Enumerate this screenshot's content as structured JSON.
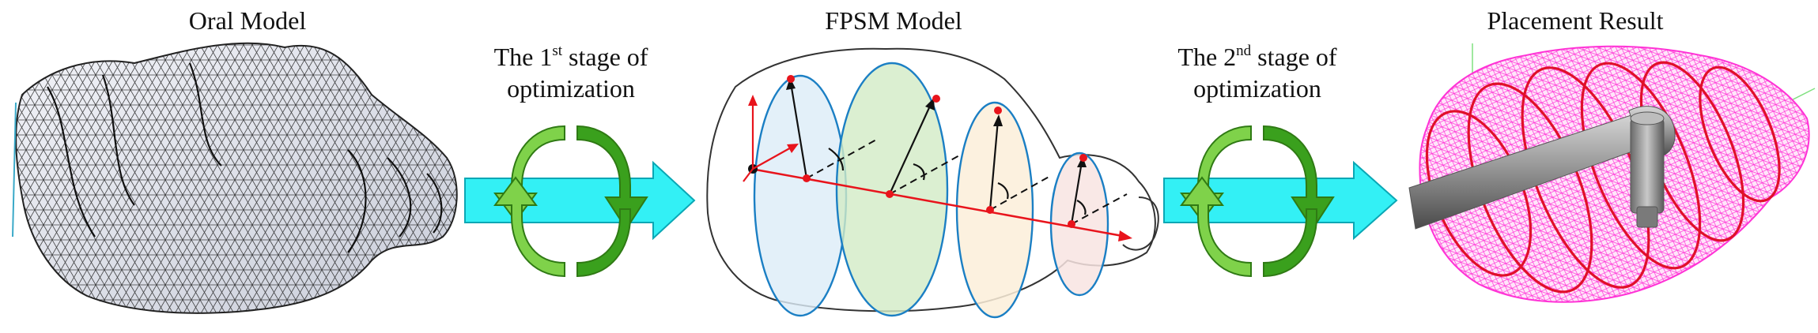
{
  "panels": {
    "oral_model": {
      "title": "Oral Model"
    },
    "fpsm_model": {
      "title": "FPSM Model"
    },
    "placement_result": {
      "title": "Placement Result"
    }
  },
  "stages": [
    {
      "prefix": "The 1",
      "suffix": "st",
      "rest": " stage of",
      "line2": "optimization"
    },
    {
      "prefix": "The 2",
      "suffix": "nd",
      "rest": " stage of",
      "line2": "optimization"
    }
  ],
  "colors": {
    "arrow_fill": "#33f0f5",
    "cycle_light": "#7fd24a",
    "cycle_dark": "#3aa01d",
    "mesh": "#222222",
    "mesh_fill": "#e7eaf3",
    "axis_red": "#e8141c",
    "ellipse_stroke": "#1b7fc4",
    "ellipse_fills": [
      "#dcecf8",
      "#d2ebc6",
      "#fbefd9",
      "#f8e4e2"
    ],
    "magenta_mesh": "#ff33d6",
    "ring_red": "#e0102a",
    "rod_gray": "#8a8a8a"
  }
}
